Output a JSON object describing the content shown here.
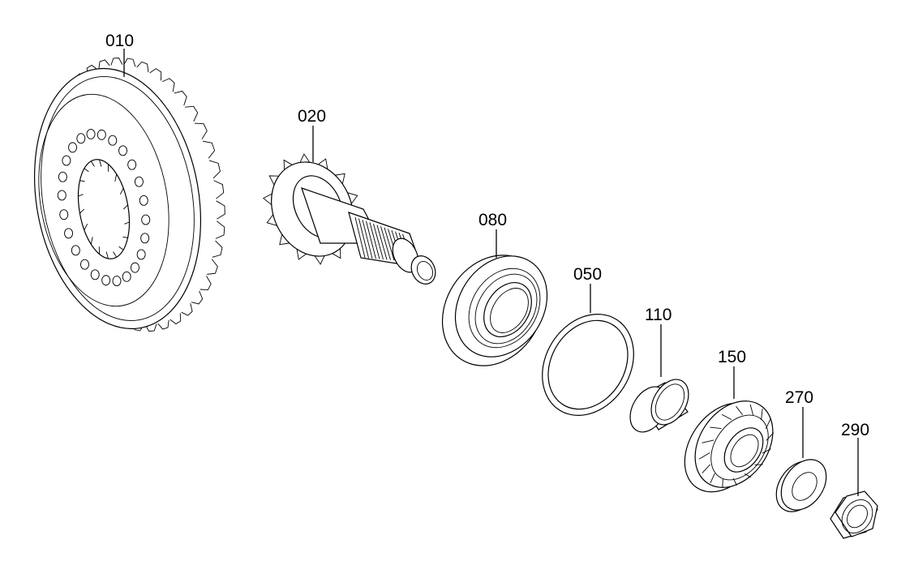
{
  "diagram": {
    "parts": [
      {
        "id": "ring-gear",
        "label": "010"
      },
      {
        "id": "pinion-shaft",
        "label": "020"
      },
      {
        "id": "bearing-large",
        "label": "080"
      },
      {
        "id": "shim-ring",
        "label": "050"
      },
      {
        "id": "spacer-sleeve",
        "label": "110"
      },
      {
        "id": "roller-bearing",
        "label": "150"
      },
      {
        "id": "washer",
        "label": "270"
      },
      {
        "id": "hex-nut",
        "label": "290"
      }
    ],
    "line_color": "#000000",
    "background": "#ffffff"
  }
}
